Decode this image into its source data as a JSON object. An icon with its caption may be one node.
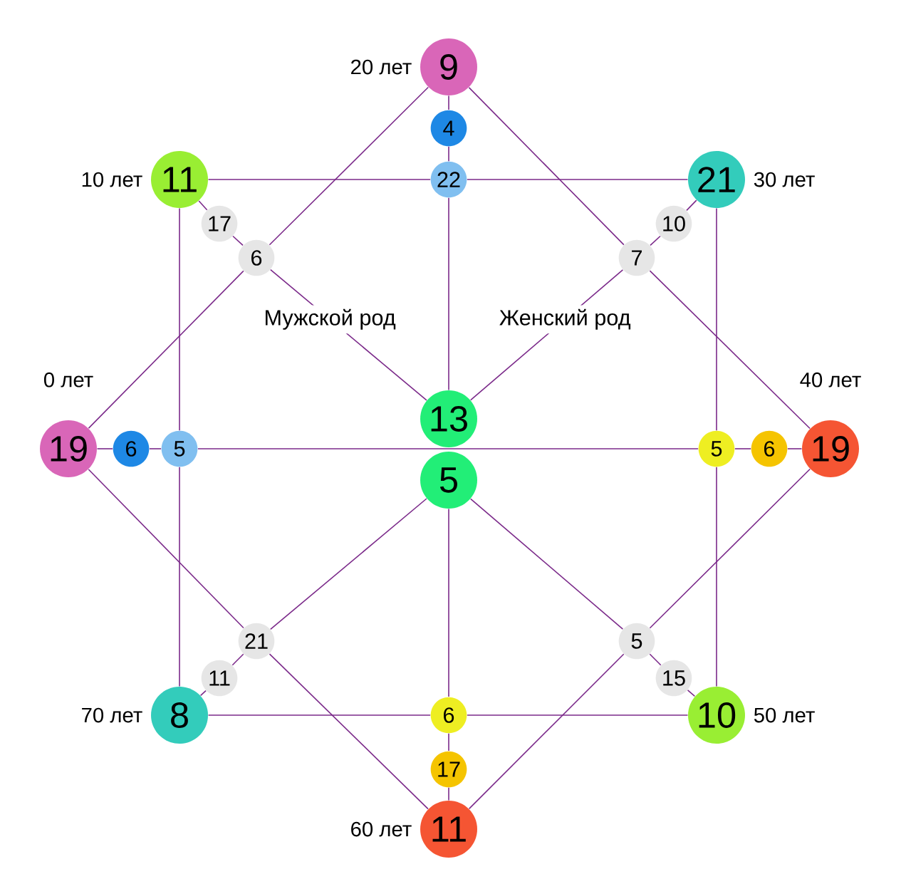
{
  "diagram": {
    "nodes": [
      {
        "text": [
          "9"
        ],
        "beside": [
          "20 лет"
        ]
      },
      {
        "text": [
          "4"
        ]
      },
      {
        "text": [
          "22"
        ]
      },
      {
        "text": [
          "11"
        ],
        "beside": [
          "10 лет"
        ]
      },
      {
        "text": [
          "21"
        ],
        "beside": [
          "30 лет"
        ]
      },
      {
        "text": [
          "17"
        ]
      },
      {
        "text": [
          "6"
        ]
      },
      {
        "text": [
          "10"
        ]
      },
      {
        "text": [
          "7"
        ]
      },
      {
        "text": [
          "19"
        ],
        "beside": [
          "0 лет"
        ]
      },
      {
        "text": [
          "6"
        ]
      },
      {
        "text": [
          "5"
        ]
      },
      {
        "text": [
          "13"
        ]
      },
      {
        "text": [
          "5"
        ]
      },
      {
        "text": [
          "5"
        ]
      },
      {
        "text": [
          "6"
        ]
      },
      {
        "text": [
          "19"
        ],
        "beside": [
          "40 лет"
        ]
      },
      {
        "text": [
          "21"
        ]
      },
      {
        "text": [
          "11"
        ]
      },
      {
        "text": [
          "8"
        ],
        "beside": [
          "70 лет"
        ]
      },
      {
        "text": [
          "6"
        ]
      },
      {
        "text": [
          "17"
        ]
      },
      {
        "text": [
          "11"
        ],
        "beside": [
          "60 лет"
        ]
      },
      {
        "text": [
          "5"
        ]
      },
      {
        "text": [
          "15"
        ]
      },
      {
        "text": [
          "10"
        ],
        "beside": [
          "50 лет"
        ]
      }
    ],
    "edges": [
      {
        "from": 0,
        "to": 8,
        "arrow": "none"
      },
      {
        "from": 8,
        "to": 16,
        "arrow": "none"
      },
      {
        "from": 0,
        "to": 6,
        "arrow": "none"
      },
      {
        "from": 6,
        "to": 9,
        "arrow": "none"
      },
      {
        "from": 9,
        "to": 17,
        "arrow": "none"
      },
      {
        "from": 17,
        "to": 22,
        "arrow": "none"
      },
      {
        "from": 16,
        "to": 23,
        "arrow": "none"
      },
      {
        "from": 23,
        "to": 22,
        "arrow": "none"
      },
      {
        "from": 3,
        "to": 2,
        "arrow": "none"
      },
      {
        "from": 2,
        "to": 4,
        "arrow": "none"
      },
      {
        "from": 3,
        "to": 11,
        "arrow": "none"
      },
      {
        "from": 11,
        "to": 19,
        "arrow": "none"
      },
      {
        "from": 4,
        "to": 14,
        "arrow": "none"
      },
      {
        "from": 14,
        "to": 25,
        "arrow": "none"
      },
      {
        "from": 19,
        "to": 20,
        "arrow": "none"
      },
      {
        "from": 20,
        "to": 25,
        "arrow": "none"
      },
      {
        "from": 0,
        "to": 1,
        "arrow": "none"
      },
      {
        "from": 1,
        "to": 2,
        "arrow": "none"
      },
      {
        "from": 2,
        "to": 12,
        "arrow": "none"
      },
      {
        "from": 13,
        "to": 20,
        "arrow": "none"
      },
      {
        "from": 20,
        "to": 21,
        "arrow": "none"
      },
      {
        "from": 21,
        "to": 22,
        "arrow": "none"
      },
      {
        "from": 9,
        "to": 10,
        "arrow": "none"
      },
      {
        "from": 10,
        "to": 11,
        "arrow": "none"
      },
      {
        "from": 11,
        "to": 14,
        "arrow": "none"
      },
      {
        "from": 14,
        "to": 15,
        "arrow": "none"
      },
      {
        "from": 15,
        "to": 16,
        "arrow": "none"
      },
      {
        "from": 3,
        "to": 5,
        "arrow": "none"
      },
      {
        "from": 5,
        "to": 6,
        "arrow": "none"
      },
      {
        "from": 6,
        "to": 12,
        "arrow": "none",
        "label": "Мужской род"
      },
      {
        "from": 4,
        "to": 7,
        "arrow": "none"
      },
      {
        "from": 7,
        "to": 8,
        "arrow": "none"
      },
      {
        "from": 8,
        "to": 12,
        "arrow": "none",
        "label": "Женский род"
      },
      {
        "from": 13,
        "to": 17,
        "arrow": "none"
      },
      {
        "from": 17,
        "to": 18,
        "arrow": "none"
      },
      {
        "from": 18,
        "to": 19,
        "arrow": "none"
      },
      {
        "from": 13,
        "to": 23,
        "arrow": "none"
      },
      {
        "from": 23,
        "to": 24,
        "arrow": "none"
      },
      {
        "from": 24,
        "to": 25,
        "arrow": "none"
      }
    ]
  }
}
